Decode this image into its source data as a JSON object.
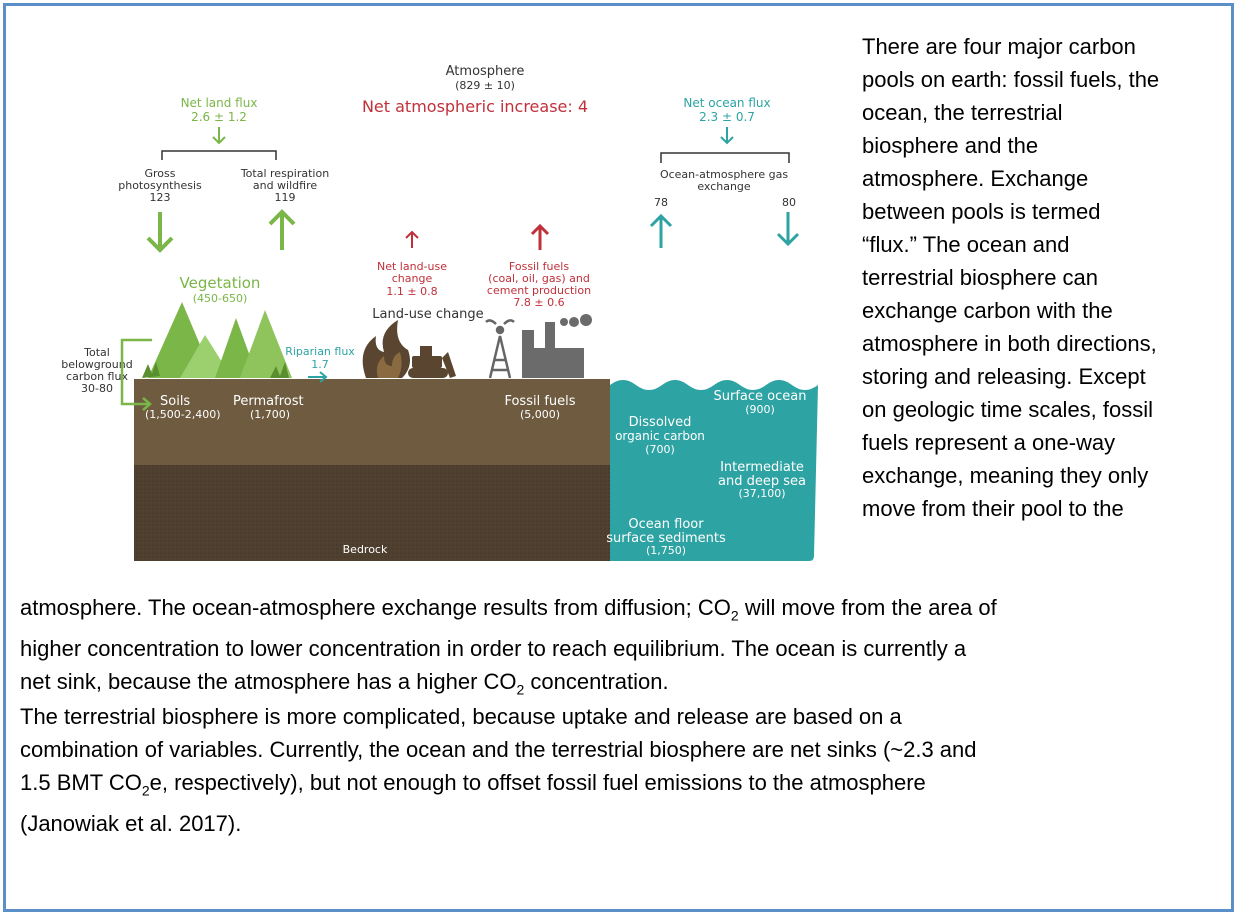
{
  "diagram": {
    "atmosphere": {
      "title": "Atmosphere",
      "value": "(829 ± 10)"
    },
    "net_increase": "Net atmospheric increase: 4",
    "net_land_flux": {
      "label": "Net land flux",
      "value": "2.6 ± 1.2"
    },
    "gross_photosynthesis": {
      "line1": "Gross",
      "line2": "photosynthesis",
      "value": "123"
    },
    "respiration": {
      "line1": "Total respiration",
      "line2": "and wildfire",
      "value": "119"
    },
    "net_ocean_flux": {
      "label": "Net ocean flux",
      "value": "2.3 ± 0.7"
    },
    "ocean_exchange": {
      "line1": "Ocean-atmosphere gas",
      "line2": "exchange",
      "left": "78",
      "right": "80"
    },
    "vegetation": {
      "label": "Vegetation",
      "value": "(450-650)"
    },
    "net_land_use": {
      "line1": "Net land-use",
      "line2": "change",
      "value": "1.1 ± 0.8"
    },
    "fossil_emissions": {
      "line1": "Fossil fuels",
      "line2": "(coal, oil, gas) and",
      "line3": "cement production",
      "value": "7.8 ± 0.6"
    },
    "land_use_change": "Land-use change",
    "belowground": {
      "line1": "Total",
      "line2": "belowground",
      "line3": "carbon flux",
      "value": "30-80"
    },
    "riparian": {
      "label": "Riparian flux",
      "value": "1.7"
    },
    "soils": {
      "label": "Soils",
      "value": "(1,500-2,400)"
    },
    "permafrost": {
      "label": "Permafrost",
      "value": "(1,700)"
    },
    "fossil_pool": {
      "label": "Fossil fuels",
      "value": "(5,000)"
    },
    "surface_ocean": {
      "label": "Surface ocean",
      "value": "(900)"
    },
    "doc": {
      "line1": "Dissolved",
      "line2": "organic carbon",
      "value": "(700)"
    },
    "deep_sea": {
      "line1": "Intermediate",
      "line2": "and deep sea",
      "value": "(37,100)"
    },
    "ocean_floor": {
      "line1": "Ocean floor",
      "line2": "surface sediments",
      "value": "(1,750)"
    },
    "bedrock": "Bedrock"
  },
  "text": {
    "side": [
      "There are four major carbon",
      "pools on earth: fossil fuels, the",
      "ocean, the terrestrial",
      "biosphere and the",
      "atmosphere. Exchange",
      "between pools is termed",
      "“flux.” The ocean and",
      "terrestrial biosphere can",
      "exchange carbon with the",
      "atmosphere in both directions,",
      "storing and releasing. Except",
      "on geologic time scales, fossil",
      "fuels represent a one-way",
      "exchange, meaning they only",
      "move from their pool to the"
    ],
    "p1": {
      "l1a": "atmosphere. The ocean-atmosphere exchange results from diffusion; CO",
      "l1sub": "2",
      "l1b": " will move from the area of",
      "l2": "higher concentration to lower concentration in order to reach equilibrium. The ocean is currently a",
      "l3a": "net sink, because the atmosphere has a higher CO",
      "l3sub": "2",
      "l3b": " concentration."
    },
    "p2": {
      "l1": "The terrestrial biosphere is more complicated, because uptake and release are based on a",
      "l2": "combination of variables. Currently, the ocean and the terrestrial biosphere are net sinks (~2.3 and",
      "l3a": "1.5 BMT CO",
      "l3sub": "2",
      "l3b": "e, respectively), but not enough to offset fossil fuel emissions to the atmosphere",
      "l4": "(Janowiak et al. 2017)."
    }
  }
}
